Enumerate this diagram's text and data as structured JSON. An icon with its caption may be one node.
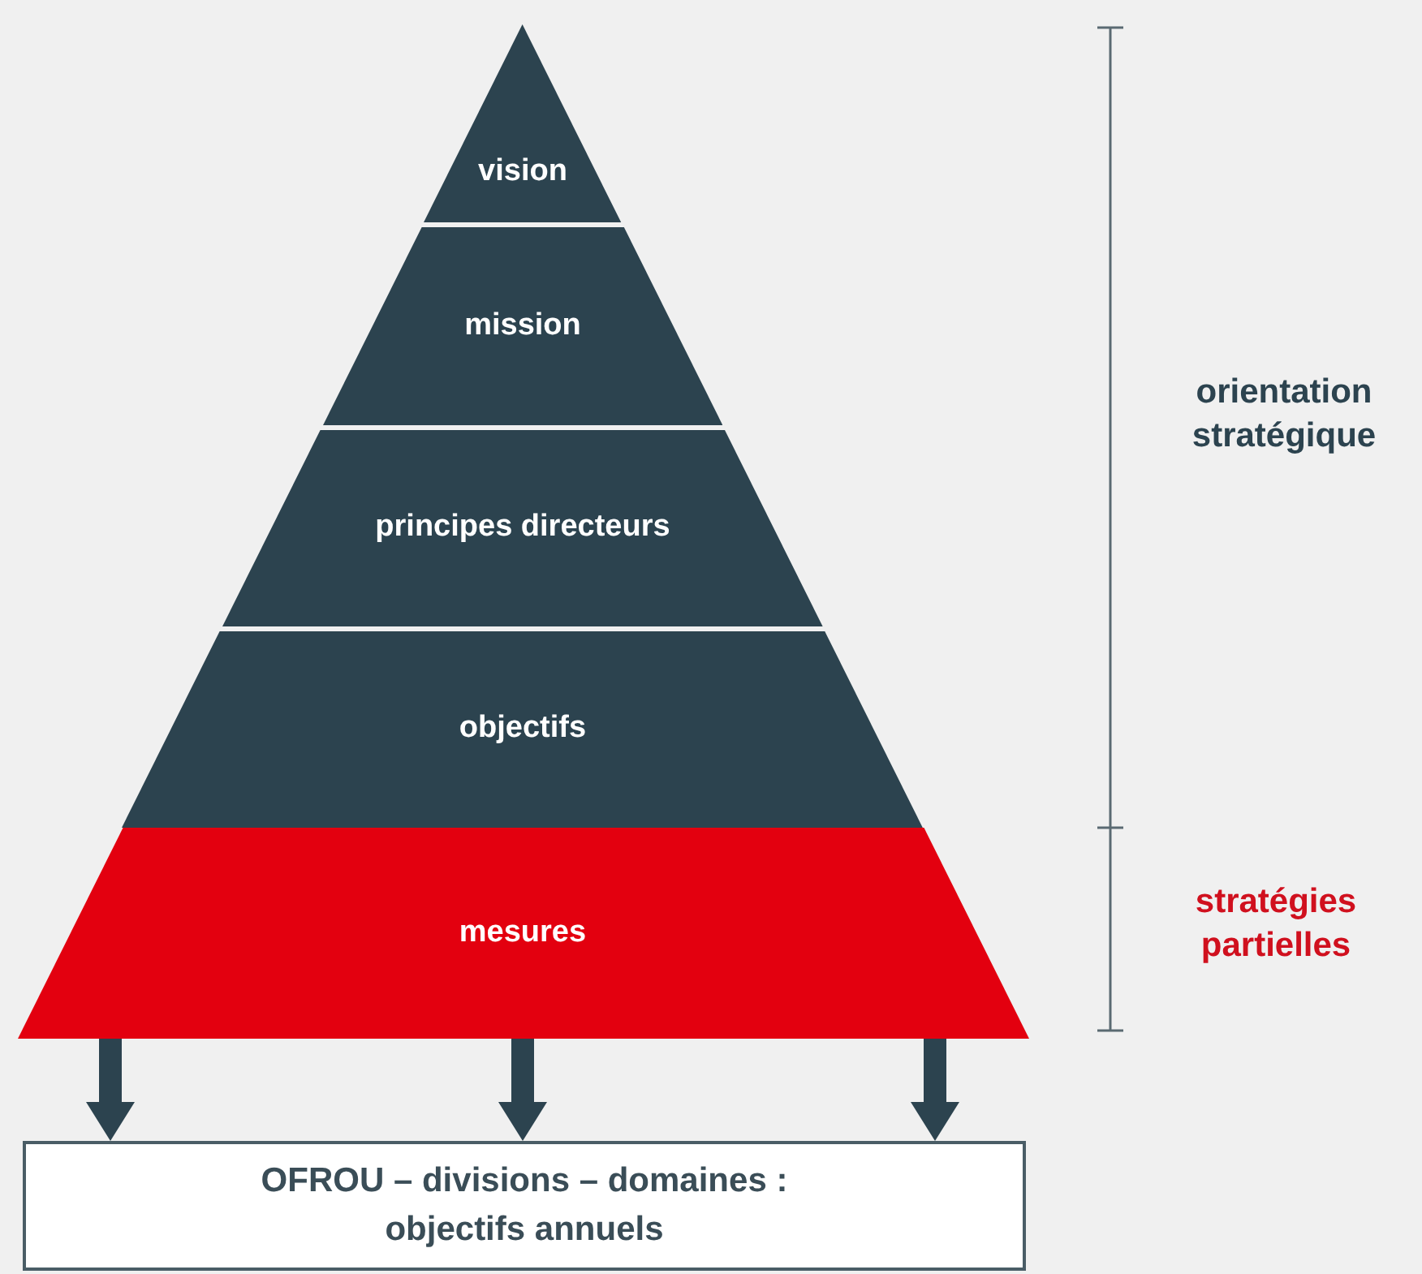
{
  "diagram": {
    "nodes": [
      {
        "text": [
          "vision"
        ]
      },
      {
        "text": [
          "mission"
        ]
      },
      {
        "text": [
          "principes directeurs"
        ]
      },
      {
        "text": [
          "objectifs"
        ]
      },
      {
        "text": [
          "mesures"
        ]
      },
      {
        "text": [
          "OFROU – divisions – domaines : objectifs annuels"
        ]
      }
    ],
    "edges": [
      {
        "from": 4,
        "to": 5,
        "arrow": "to"
      },
      {
        "from": 4,
        "to": 5,
        "arrow": "to"
      },
      {
        "from": 4,
        "to": 5,
        "arrow": "to"
      }
    ],
    "labels": [
      "orientation stratégique",
      "stratégies partielles"
    ]
  }
}
